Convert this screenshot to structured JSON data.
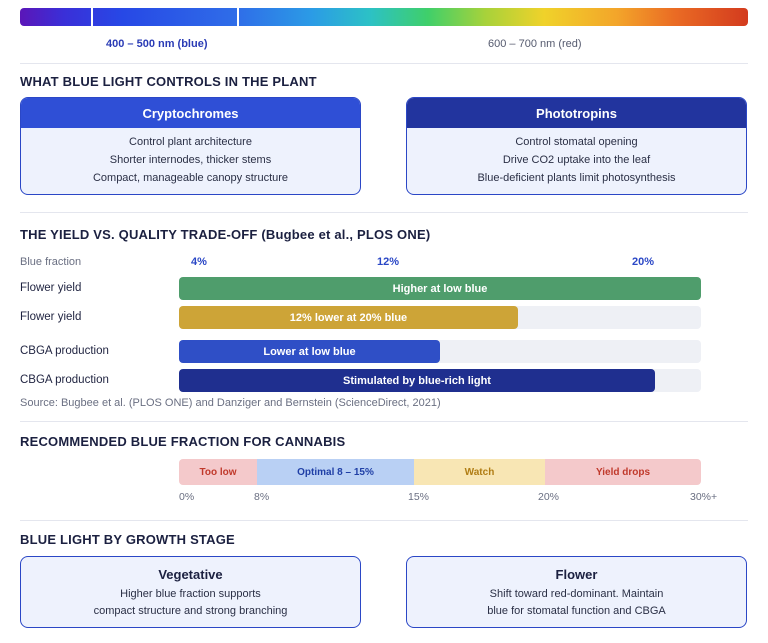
{
  "spectrum": {
    "blue_label": "400 – 500 nm (blue)",
    "red_label": "600 – 700 nm (red)"
  },
  "controls": {
    "heading": "WHAT BLUE LIGHT CONTROLS IN THE PLANT",
    "cards": [
      {
        "title": "Cryptochromes",
        "lines": [
          "Control plant architecture",
          "Shorter internodes, thicker stems",
          "Compact, manageable canopy structure"
        ],
        "header_color": "#2f4fd6"
      },
      {
        "title": "Phototropins",
        "lines": [
          "Control stomatal opening",
          "Drive CO2 uptake into the leaf",
          "Blue-deficient plants limit photosynthesis"
        ],
        "header_color": "#22349e"
      }
    ]
  },
  "tradeoff": {
    "heading": "THE YIELD VS. QUALITY TRADE-OFF (Bugbee et al., PLOS ONE)",
    "axis_label": "Blue fraction",
    "percent_labels": [
      "4%",
      "12%",
      "20%"
    ],
    "rows": [
      {
        "label": "Flower yield",
        "bar_text": "Higher at low blue",
        "fill_fraction": 1.0,
        "color": "#4f9d6c"
      },
      {
        "label": "Flower yield",
        "bar_text": "12% lower at 20% blue",
        "fill_fraction": 0.65,
        "color": "#cda437"
      },
      {
        "label": "CBGA production",
        "bar_text": "Lower at low blue",
        "fill_fraction": 0.5,
        "color": "#2f4fc6"
      },
      {
        "label": "CBGA production",
        "bar_text": "Stimulated by blue-rich light",
        "fill_fraction": 0.912,
        "color": "#1f2f8f"
      }
    ],
    "source": "Source: Bugbee et al. (PLOS ONE) and Danziger and Bernstein (ScienceDirect, 2021)"
  },
  "recommended": {
    "heading": "RECOMMENDED BLUE FRACTION FOR CANNABIS",
    "segments": [
      {
        "label": "Too low",
        "bg": "#f4c9cb",
        "fg": "#c0392b"
      },
      {
        "label": "Optimal 8 – 15%",
        "bg": "#b9d0f4",
        "fg": "#1f3fa6"
      },
      {
        "label": "Watch",
        "bg": "#f8e6b4",
        "fg": "#b07d14"
      },
      {
        "label": "Yield drops",
        "bg": "#f4c9cb",
        "fg": "#c0392b"
      }
    ],
    "ticks": [
      "0%",
      "8%",
      "15%",
      "20%",
      "30%+"
    ]
  },
  "stages": {
    "heading": "BLUE LIGHT BY GROWTH STAGE",
    "items": [
      {
        "title": "Vegetative",
        "lines": [
          "Higher blue fraction supports",
          "compact structure and strong branching"
        ]
      },
      {
        "title": "Flower",
        "lines": [
          "Shift toward red-dominant. Maintain",
          "blue for stomatal function and CBGA"
        ]
      }
    ]
  }
}
